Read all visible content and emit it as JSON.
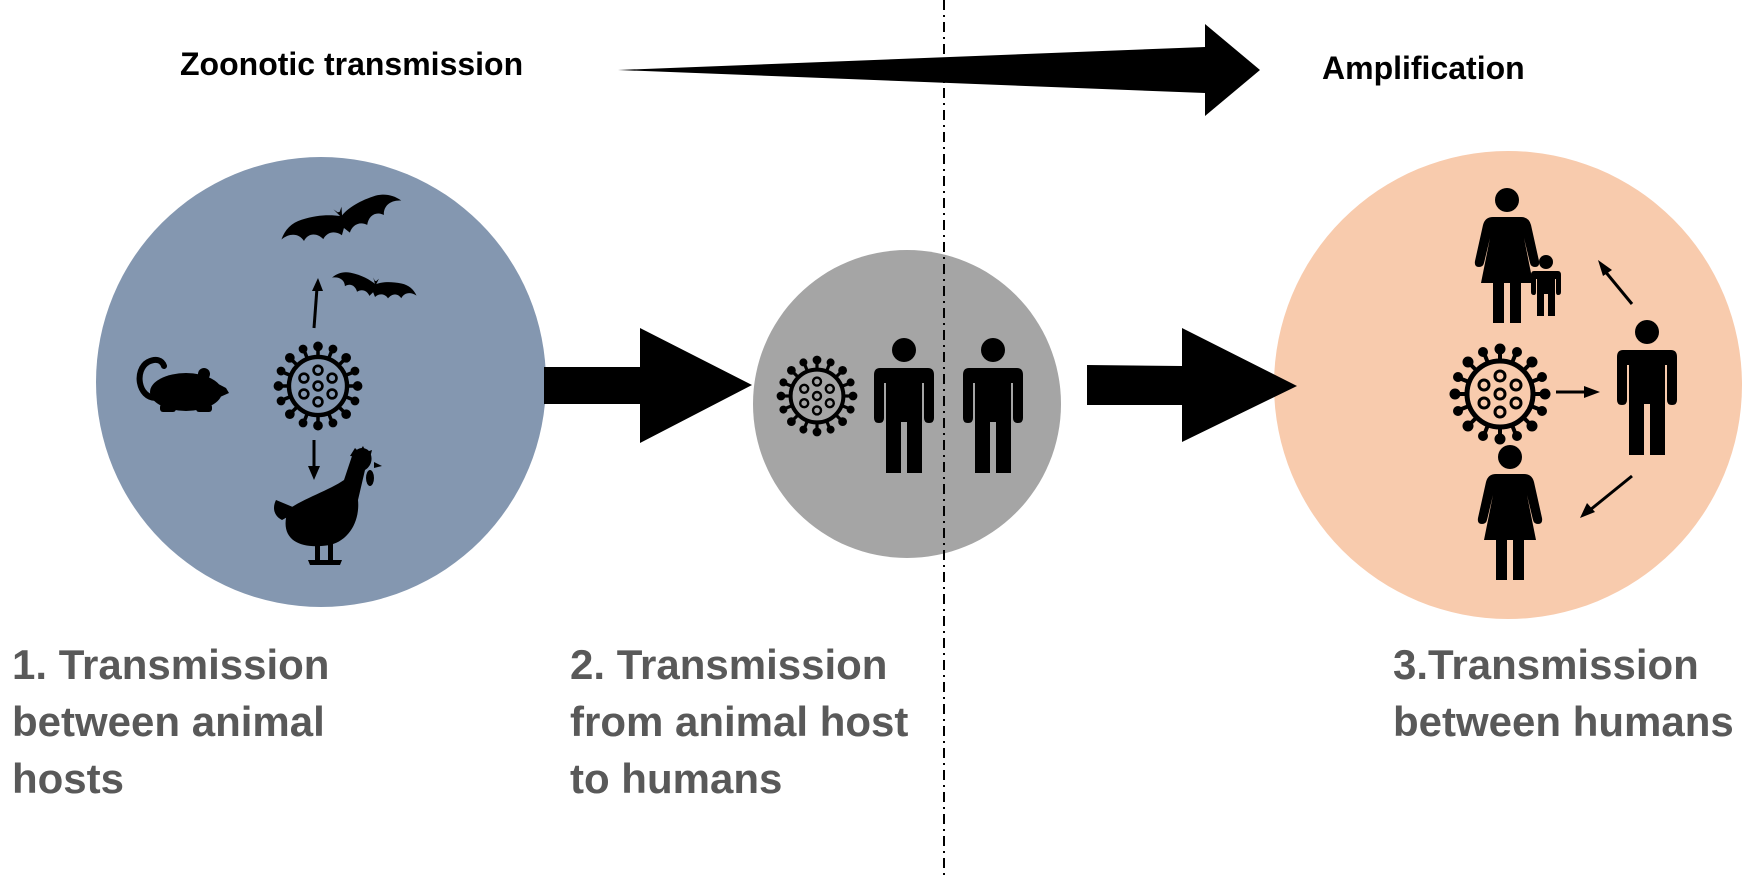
{
  "headers": {
    "zoonotic": "Zoonotic transmission",
    "amplification": "Amplification"
  },
  "stages": [
    {
      "lines": [
        "1. Transmission",
        "between animal",
        "hosts"
      ]
    },
    {
      "lines": [
        "2. Transmission",
        "from animal host",
        "to humans"
      ]
    },
    {
      "lines": [
        "3.Transmission",
        "between humans"
      ]
    }
  ],
  "colors": {
    "stage1_circle": "#8497b0",
    "stage2_circle": "#a5a5a5",
    "stage3_circle": "#f8cbad",
    "stage_text": "#595959",
    "icons": "#000000"
  },
  "icons": {
    "stage1": [
      "rat-icon",
      "virus-icon",
      "bat-icon",
      "bat-icon",
      "chicken-icon"
    ],
    "stage2": [
      "virus-icon",
      "person-icon",
      "person-icon"
    ],
    "stage3": [
      "virus-icon",
      "woman-with-child-icon",
      "person-icon",
      "woman-icon"
    ]
  }
}
